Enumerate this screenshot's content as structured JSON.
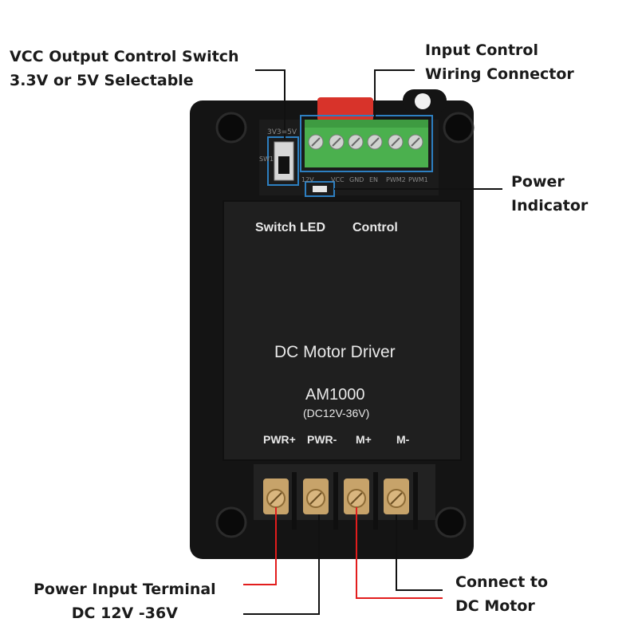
{
  "callouts": {
    "vcc_switch": {
      "line1": "VCC Output Control Switch",
      "line2": "3.3V or 5V Selectable"
    },
    "input_connector": {
      "line1": "Input Control",
      "line2": "Wiring Connector"
    },
    "power_indicator": {
      "line1": "Power",
      "line2": "Indicator"
    },
    "power_input": {
      "line1": "Power Input Terminal",
      "line2": "DC 12V -36V"
    },
    "motor_connect": {
      "line1": "Connect to",
      "line2": "DC Motor"
    }
  },
  "device": {
    "panel_labels": {
      "switch_led": "Switch LED",
      "control": "Control"
    },
    "product_name": "DC Motor Driver",
    "model": "AM1000",
    "voltage_range": "(DC12V-36V)",
    "terminal_labels": [
      "PWR+",
      "PWR-",
      "M+",
      "M-"
    ],
    "pcb_pin_labels": [
      "12V",
      "VCC",
      "GND",
      "EN",
      "PWM2",
      "PWM1"
    ],
    "switch_labels": {
      "top": "3V3=5V",
      "id": "SW1"
    }
  },
  "colors": {
    "leader_line_black": "#111111",
    "leader_line_red": "#e21d1d",
    "highlight_box": "#2d7fc1",
    "housing": "#151515",
    "panel": "#1e1e1e",
    "connector_green": "#49b24d",
    "terminal_brass": "#c7a36a"
  }
}
